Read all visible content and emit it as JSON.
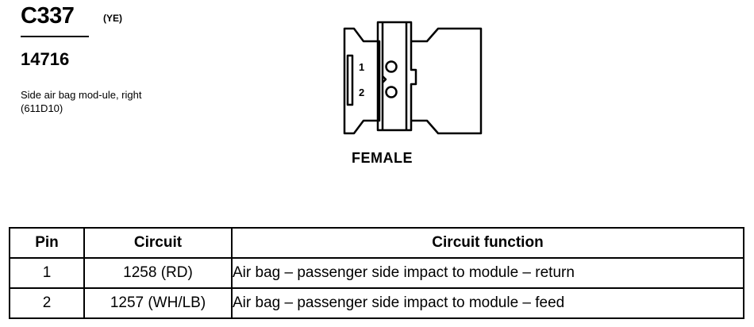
{
  "connector": {
    "id": "C337",
    "color_code": "(YE)",
    "part_number": "14716",
    "description": "Side air bag mod-ule, right (611D10)"
  },
  "diagram": {
    "view_label": "FEMALE",
    "pin_labels": [
      "1",
      "2"
    ]
  },
  "table": {
    "headers": [
      "Pin",
      "Circuit",
      "Circuit function"
    ],
    "rows": [
      {
        "pin": "1",
        "circuit": "1258 (RD)",
        "function": "Air bag – passenger side impact to module – return"
      },
      {
        "pin": "2",
        "circuit": "1257 (WH/LB)",
        "function": "Air bag – passenger side impact to module – feed"
      }
    ]
  }
}
